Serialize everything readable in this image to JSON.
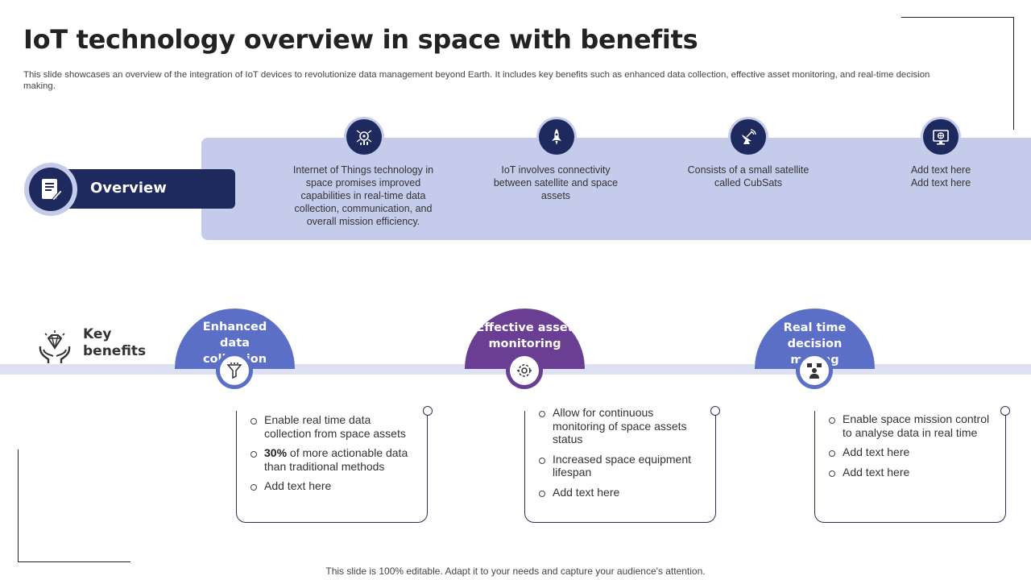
{
  "header": {
    "title": "IoT technology overview in space with benefits",
    "subtitle": "This slide showcases an overview of the integration of IoT devices to revolutionize data management beyond Earth. It includes key benefits such as enhanced data collection, effective asset monitoring, and real-time decision making."
  },
  "overview": {
    "label": "Overview",
    "items": [
      {
        "icon": "iot-chart-icon",
        "text": "Internet of Things technology in space promises improved capabilities in real-time data collection, communication, and overall  mission efficiency."
      },
      {
        "icon": "rocket-icon",
        "text": "IoT involves  connectivity between  satellite and space assets"
      },
      {
        "icon": "satellite-dish-icon",
        "text": "Consists of a small satellite called CubSats"
      },
      {
        "icon": "monitor-globe-icon",
        "text": "Add text here\nAdd text here"
      }
    ]
  },
  "key_benefits": {
    "label": "Key benefits",
    "benefits": [
      {
        "title": "Enhanced data collection",
        "color": "#5b6fc6",
        "icon": "funnel-icon",
        "points": [
          {
            "prefix": "",
            "text": "Enable real time data collection from space assets"
          },
          {
            "prefix": "30%",
            "text": " of more actionable data than traditional methods"
          },
          {
            "prefix": "",
            "text": "Add text here"
          }
        ]
      },
      {
        "title": "Effective asset monitoring",
        "color": "#6a3f93",
        "icon": "monitoring-gear-icon",
        "points": [
          {
            "prefix": "",
            "text": "Allow for continuous monitoring of space assets status"
          },
          {
            "prefix": "",
            "text": "Increased space equipment lifespan"
          },
          {
            "prefix": "",
            "text": "Add text here"
          }
        ]
      },
      {
        "title": "Real time decision making",
        "color": "#5b6fc6",
        "icon": "decision-person-icon",
        "points": [
          {
            "prefix": "",
            "text": "Enable space mission control to analyse data in real time"
          },
          {
            "prefix": "",
            "text": "Add text here"
          },
          {
            "prefix": "",
            "text": "Add text here"
          }
        ]
      }
    ]
  },
  "footer": {
    "text": "This slide is 100% editable. Adapt it to your needs and capture your audience's attention."
  },
  "colors": {
    "navy": "#1e2a5e",
    "band": "#c5cbea",
    "light_band": "#dde1f3",
    "blue": "#5b6fc6",
    "purple": "#6a3f93"
  }
}
